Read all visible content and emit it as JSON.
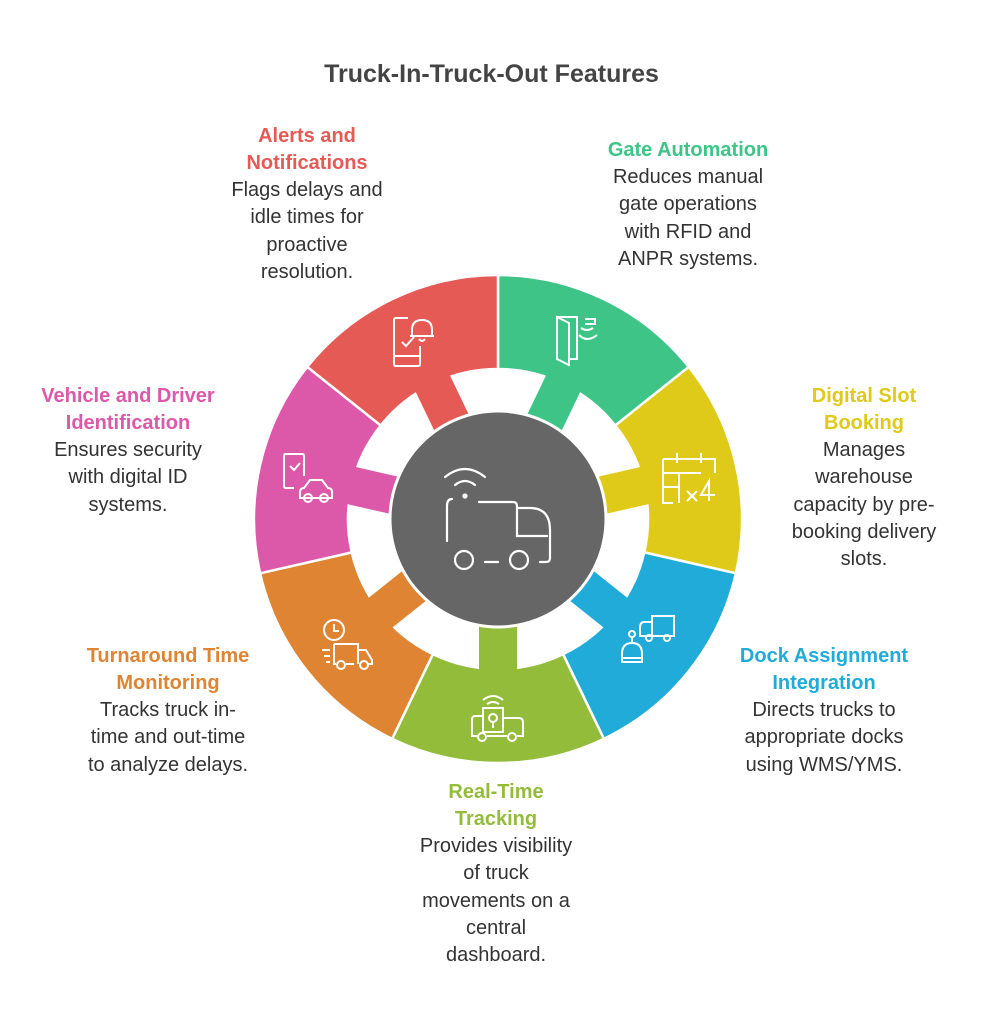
{
  "title": "Truck-In-Truck-Out Features",
  "center_icon": "smart-truck-icon",
  "features": [
    {
      "key": "gate",
      "color": "#3EC487",
      "icon": "gate-sensor-icon",
      "title": [
        "Gate Automation"
      ],
      "desc": [
        "Reduces manual",
        "gate operations",
        "with RFID and",
        "ANPR systems."
      ]
    },
    {
      "key": "slot",
      "color": "#DFCA1A",
      "icon": "calendar-x4-icon",
      "title": [
        "Digital Slot",
        "Booking"
      ],
      "desc": [
        "Manages",
        "warehouse",
        "capacity by pre-",
        "booking delivery",
        "slots."
      ]
    },
    {
      "key": "dock",
      "color": "#20ABD9",
      "icon": "robot-truck-icon",
      "title": [
        "Dock Assignment",
        "Integration"
      ],
      "desc": [
        "Directs trucks to",
        "appropriate docks",
        "using WMS/YMS."
      ]
    },
    {
      "key": "tracking",
      "color": "#93BC3B",
      "icon": "location-truck-icon",
      "title": [
        "Real-Time",
        "Tracking"
      ],
      "desc": [
        "Provides visibility",
        "of truck",
        "movements on a",
        "central",
        "dashboard."
      ]
    },
    {
      "key": "turnaround",
      "color": "#DE8432",
      "icon": "clock-truck-icon",
      "title": [
        "Turnaround Time",
        "Monitoring"
      ],
      "desc": [
        "Tracks truck in-",
        "time and out-time",
        "to analyze delays."
      ]
    },
    {
      "key": "identification",
      "color": "#DC58A9",
      "icon": "id-car-icon",
      "title": [
        "Vehicle and Driver",
        "Identification"
      ],
      "desc": [
        "Ensures security",
        "with digital ID",
        "systems."
      ]
    },
    {
      "key": "alerts",
      "color": "#E55A55",
      "icon": "phone-bell-icon",
      "title": [
        "Alerts and",
        "Notifications"
      ],
      "desc": [
        "Flags delays and",
        "idle times for",
        "proactive",
        "resolution."
      ]
    }
  ],
  "center_color": "#666666"
}
